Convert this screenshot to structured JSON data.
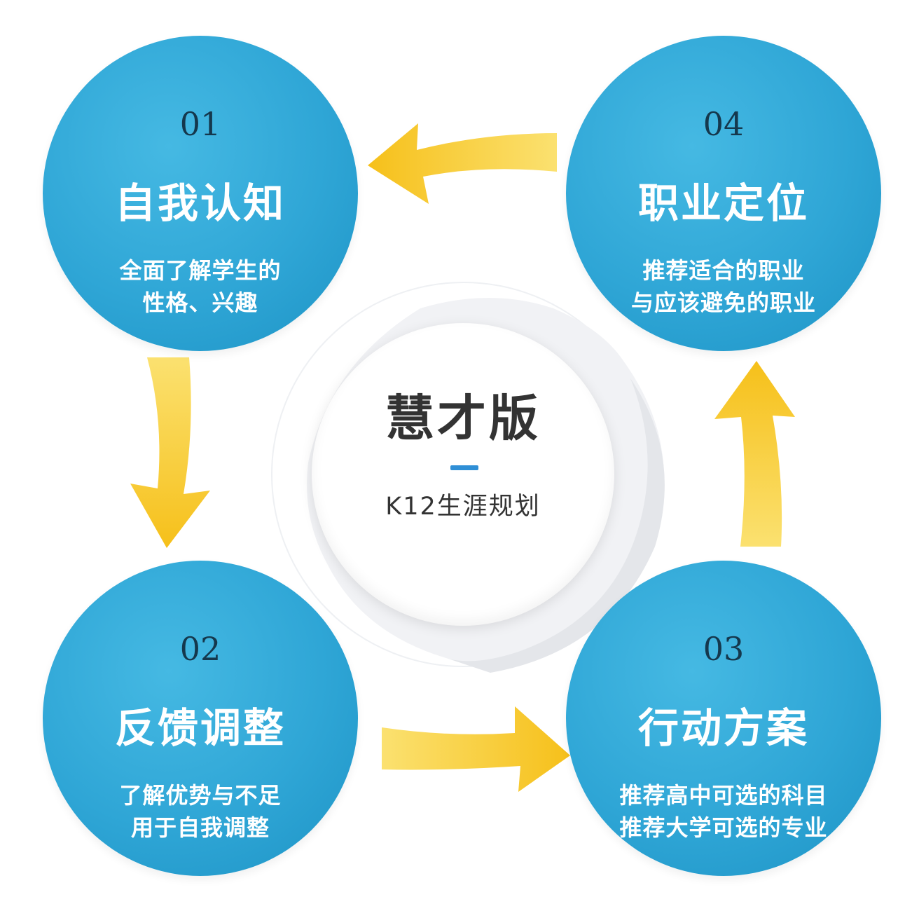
{
  "center": {
    "title": "慧才版",
    "subtitle": "K12生涯规划"
  },
  "steps": [
    {
      "number": "01",
      "title": "自我认知",
      "lines": [
        "全面了解学生的",
        "性格、兴趣"
      ]
    },
    {
      "number": "02",
      "title": "反馈调整",
      "lines": [
        "了解优势与不足",
        "用于自我调整"
      ]
    },
    {
      "number": "03",
      "title": "行动方案",
      "lines": [
        "推荐高中可选的科目",
        "推荐大学可选的专业"
      ]
    },
    {
      "number": "04",
      "title": "职业定位",
      "lines": [
        "推荐适合的职业",
        "与应该避免的职业"
      ]
    }
  ],
  "colors": {
    "circle": "#2fa6d6",
    "arrow": "#f7c631",
    "dash": "#2f8fd6",
    "text_dark": "#333333"
  }
}
